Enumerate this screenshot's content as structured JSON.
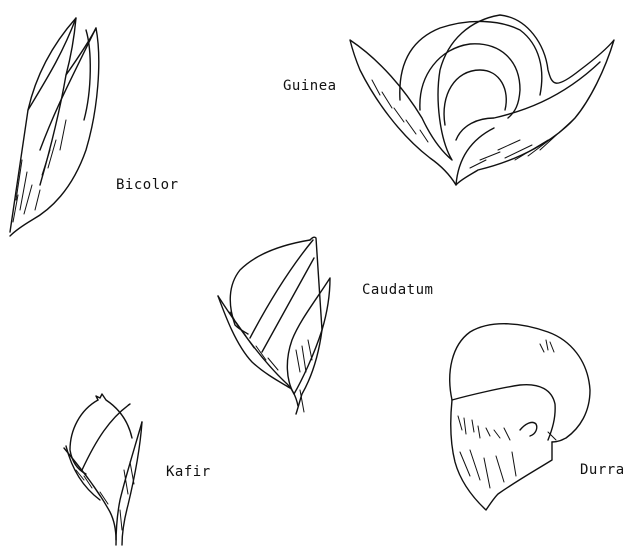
{
  "labels": {
    "guinea": "Guinea",
    "bicolor": "Bicolor",
    "caudatum": "Caudatum",
    "kafir": "Kafir",
    "durra": "Durra"
  }
}
